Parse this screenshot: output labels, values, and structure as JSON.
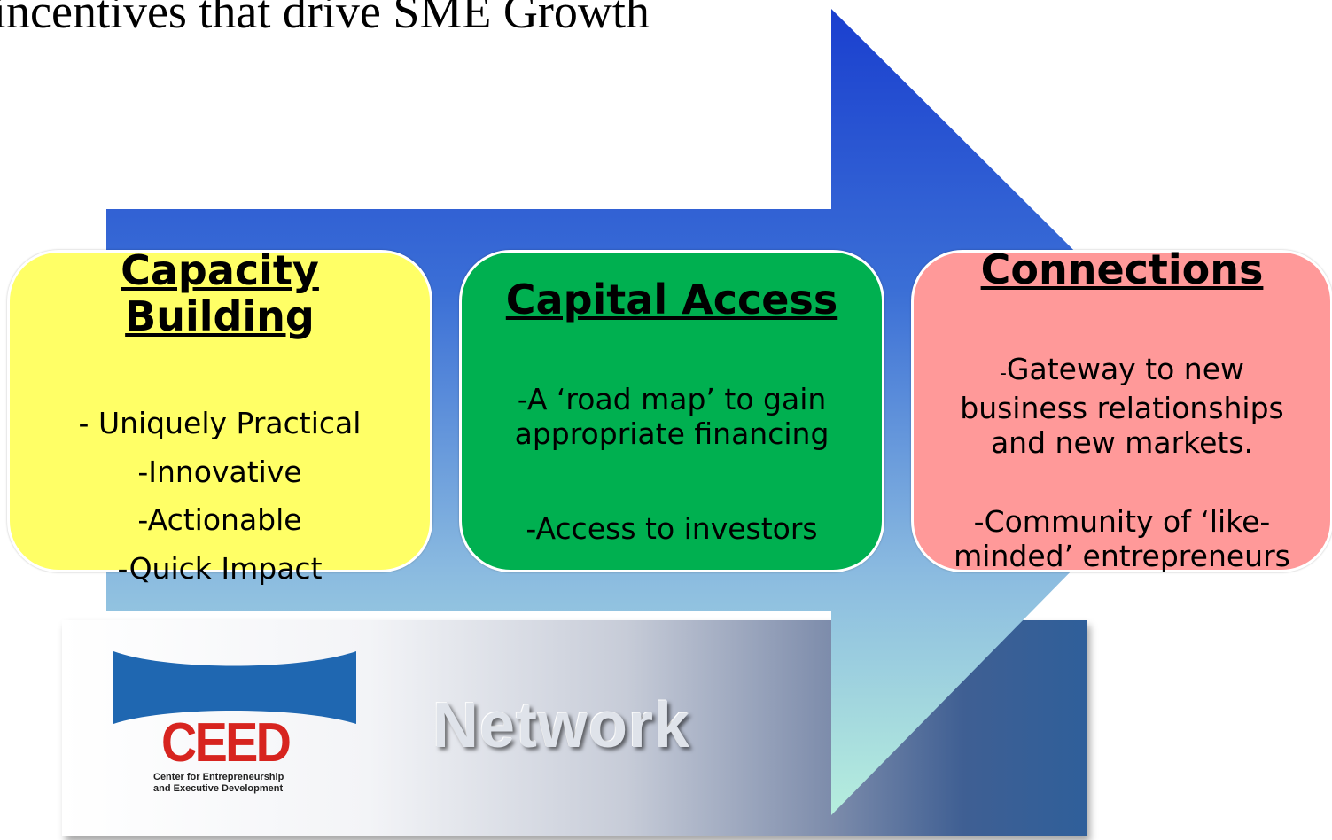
{
  "title": "incentives that drive SME Growth",
  "colors": {
    "capacity_box": "#ffff66",
    "capital_box": "#00b050",
    "connections_box": "#ff9999",
    "arrow_top": "#1a3fcf",
    "arrow_bottom": "#b6eedd",
    "logo_red": "#d7241f",
    "logo_blue": "#1f67b1"
  },
  "boxes": {
    "capacity": {
      "title_line1": "Capacity",
      "title_line2": "Building",
      "items": [
        "- Uniquely Practical",
        "-Innovative",
        "-Actionable",
        "-Quick Impact"
      ]
    },
    "capital": {
      "title": "Capital Access",
      "text1_line1": "-A ‘road map’ to gain",
      "text1_line2": "appropriate financing",
      "text2": "-Access to investors"
    },
    "connections": {
      "title": "Connections",
      "text1_dash": "-",
      "text1_line1": "Gateway to new",
      "text1_line2": "business relationships",
      "text1_line3": "and new markets.",
      "text2_line1": "-Community of ‘like-",
      "text2_line2": "minded’ entrepreneurs"
    }
  },
  "banner": {
    "network_label": "Network",
    "logo": {
      "name": "CEED",
      "subtitle_line1": "Center for Entrepreneurship",
      "subtitle_line2": "and Executive Development",
      "icon": "ceed-logo-bowtie-icon"
    }
  },
  "arrow_icon": "right-arrow-icon"
}
